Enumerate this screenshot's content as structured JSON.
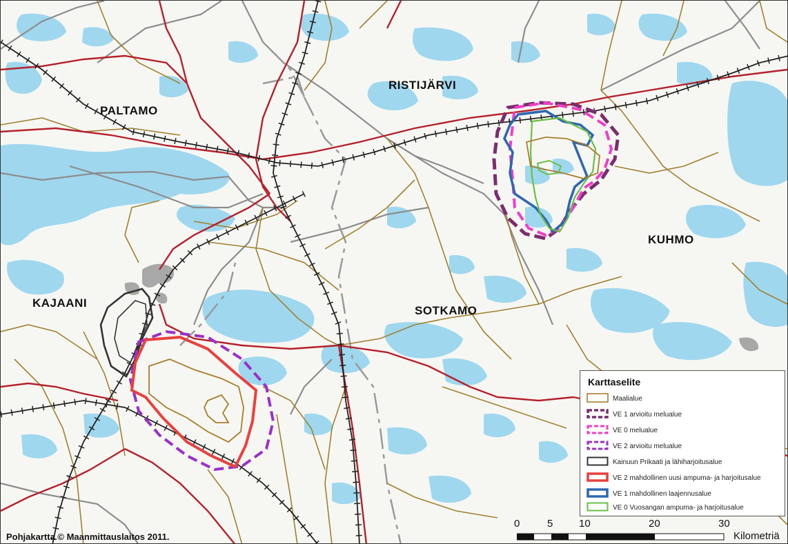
{
  "places": {
    "ristijarvi": "RISTIJÄRVI",
    "paltamo": "PALTAMO",
    "kuhmo": "KUHMO",
    "kajaani": "KAJAANI",
    "sotkamo": "SOTKAMO"
  },
  "legend": {
    "title": "Karttaselite",
    "items": [
      {
        "label": "Maalialue",
        "symbol": "solid-outline",
        "color": "#a77d2b"
      },
      {
        "label": "VE 1 arvioitu melualue",
        "symbol": "dashed-outline",
        "color": "#7b2e6e"
      },
      {
        "label": "VE 0 melualue",
        "symbol": "dashed-outline",
        "color": "#ef3fc8"
      },
      {
        "label": "VE 2 arvioitu melualue",
        "symbol": "dashed-outline",
        "color": "#9b2fc9"
      },
      {
        "label": "Kainuun Prikaati ja lähiharjoitusalue",
        "symbol": "solid-outline",
        "color": "#333333"
      },
      {
        "label": "VE 2 mahdollinen uusi ampuma- ja harjoitusalue",
        "symbol": "thick-outline",
        "color": "#e8413e"
      },
      {
        "label": "VE 1 mahdollinen laajennusalue",
        "symbol": "thick-outline",
        "color": "#2f67b1"
      },
      {
        "label": "VE 0 Vuosangan ampuma- ja harjoitusalue",
        "symbol": "solid-outline",
        "color": "#6abf45"
      }
    ]
  },
  "copyright": "Pohjakartta © Maanmittauslaitos 2011.",
  "scalebar": {
    "ticks": [
      "0",
      "5",
      "10",
      "20",
      "30"
    ],
    "unit": "Kilometriä"
  },
  "colors": {
    "water": "#9fd8ee",
    "main_road": "#b5202a",
    "minor_road": "#a0802f",
    "boundary": "#8c8c8c",
    "railway": "#222222",
    "urban": "#a8a8a8"
  }
}
